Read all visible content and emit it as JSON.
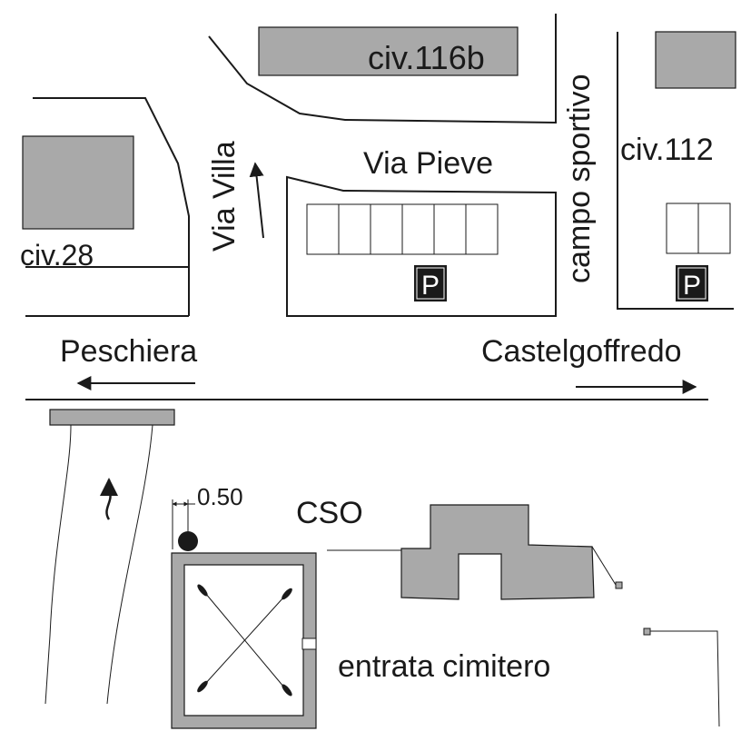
{
  "labels": {
    "civ_116b": "civ.116b",
    "campo_sportivo": "campo sportivo",
    "via_villa": "Via Villa",
    "via_pieve": "Via Pieve",
    "civ_112": "civ.112",
    "civ_28": "civ.28",
    "peschiera": "Peschiera",
    "castelgoffredo": "Castelgoffredo",
    "dimension": "0.50",
    "cso": "CSO",
    "entrata_cimitero": "entrata cimitero"
  },
  "parking": {
    "symbol": "P"
  },
  "colors": {
    "building_fill": "#a9a9a9",
    "line": "#1a1a1a",
    "background": "#ffffff",
    "parking_sign": "#1a1a1a"
  },
  "icons": {
    "parking": "parking-sign-icon",
    "arrow": "direction-arrow-icon",
    "cross": "crossed-torches-icon",
    "marker": "point-marker-icon"
  }
}
